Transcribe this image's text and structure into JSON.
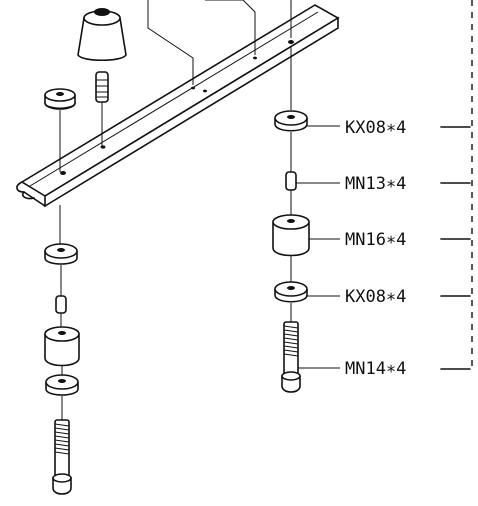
{
  "labels": [
    {
      "id": "kx08-top",
      "text": "KX08∗4"
    },
    {
      "id": "mn13",
      "text": "MN13∗4"
    },
    {
      "id": "mn16",
      "text": "MN16∗4"
    },
    {
      "id": "kx08-bottom",
      "text": "KX08∗4"
    },
    {
      "id": "mn14",
      "text": "MN14∗4"
    }
  ]
}
